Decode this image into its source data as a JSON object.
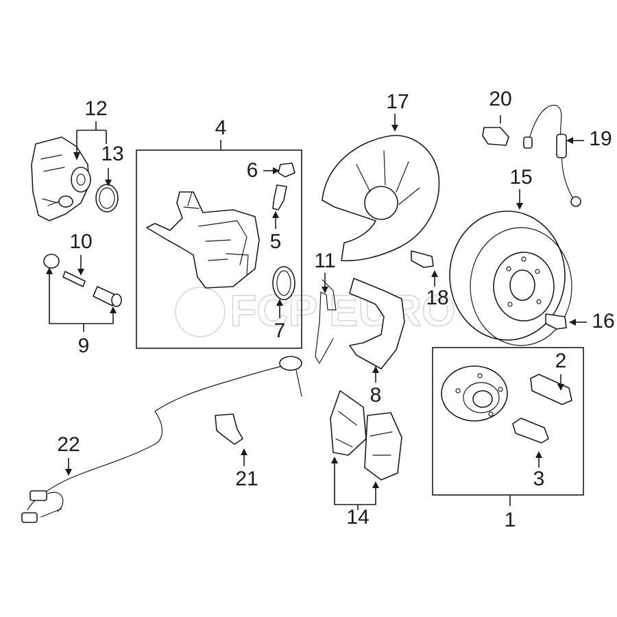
{
  "diagram": {
    "callouts": {
      "c1": "1",
      "c2": "2",
      "c3": "3",
      "c4": "4",
      "c5": "5",
      "c6": "6",
      "c7": "7",
      "c8": "8",
      "c9": "9",
      "c10": "10",
      "c11": "11",
      "c12": "12",
      "c13": "13",
      "c14": "14",
      "c15": "15",
      "c16": "16",
      "c17": "17",
      "c18": "18",
      "c19": "19",
      "c20": "20",
      "c21": "21",
      "c22": "22"
    },
    "watermark": "FCP EURO"
  }
}
